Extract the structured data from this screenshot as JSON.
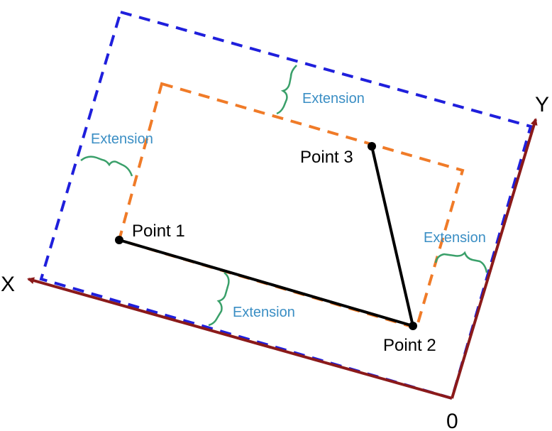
{
  "axes": {
    "x_label": "X",
    "y_label": "Y",
    "origin_label": "0"
  },
  "points": {
    "p1": "Point 1",
    "p2": "Point 2",
    "p3": "Point 3"
  },
  "extensions": {
    "left": "Extension",
    "top": "Extension",
    "right": "Extension",
    "bottom": "Extension"
  },
  "colors": {
    "outer_boundary": "#1f1fdc",
    "inner_boundary": "#f07b28",
    "axes": "#8b1a1a",
    "segments": "#000000",
    "braces": "#3aa06a",
    "extension_text": "#3a8ec4"
  }
}
